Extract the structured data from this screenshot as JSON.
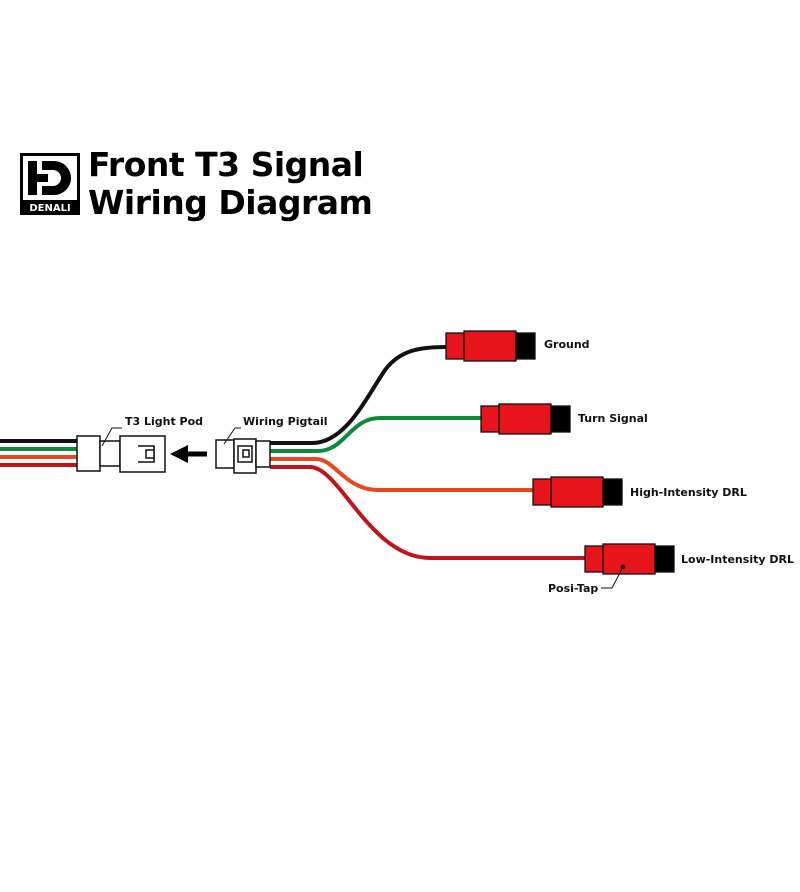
{
  "logo": {
    "wordmark": "DENALI"
  },
  "title": {
    "line1": "Front T3 Signal",
    "line2": "Wiring Diagram"
  },
  "labels": {
    "light_pod": "T3 Light Pod",
    "pigtail": "Wiring Pigtail",
    "ground": "Ground",
    "turn_signal": "Turn Signal",
    "high_drl": "High-Intensity DRL",
    "low_drl": "Low-Intensity DRL",
    "posi_tap": "Posi-Tap"
  },
  "colors": {
    "black_wire": "#111111",
    "green_wire": "#0e8a3c",
    "orange_wire": "#e8481f",
    "red_wire": "#c0141a",
    "tap_red": "#e8141c",
    "tap_black": "#000000"
  }
}
